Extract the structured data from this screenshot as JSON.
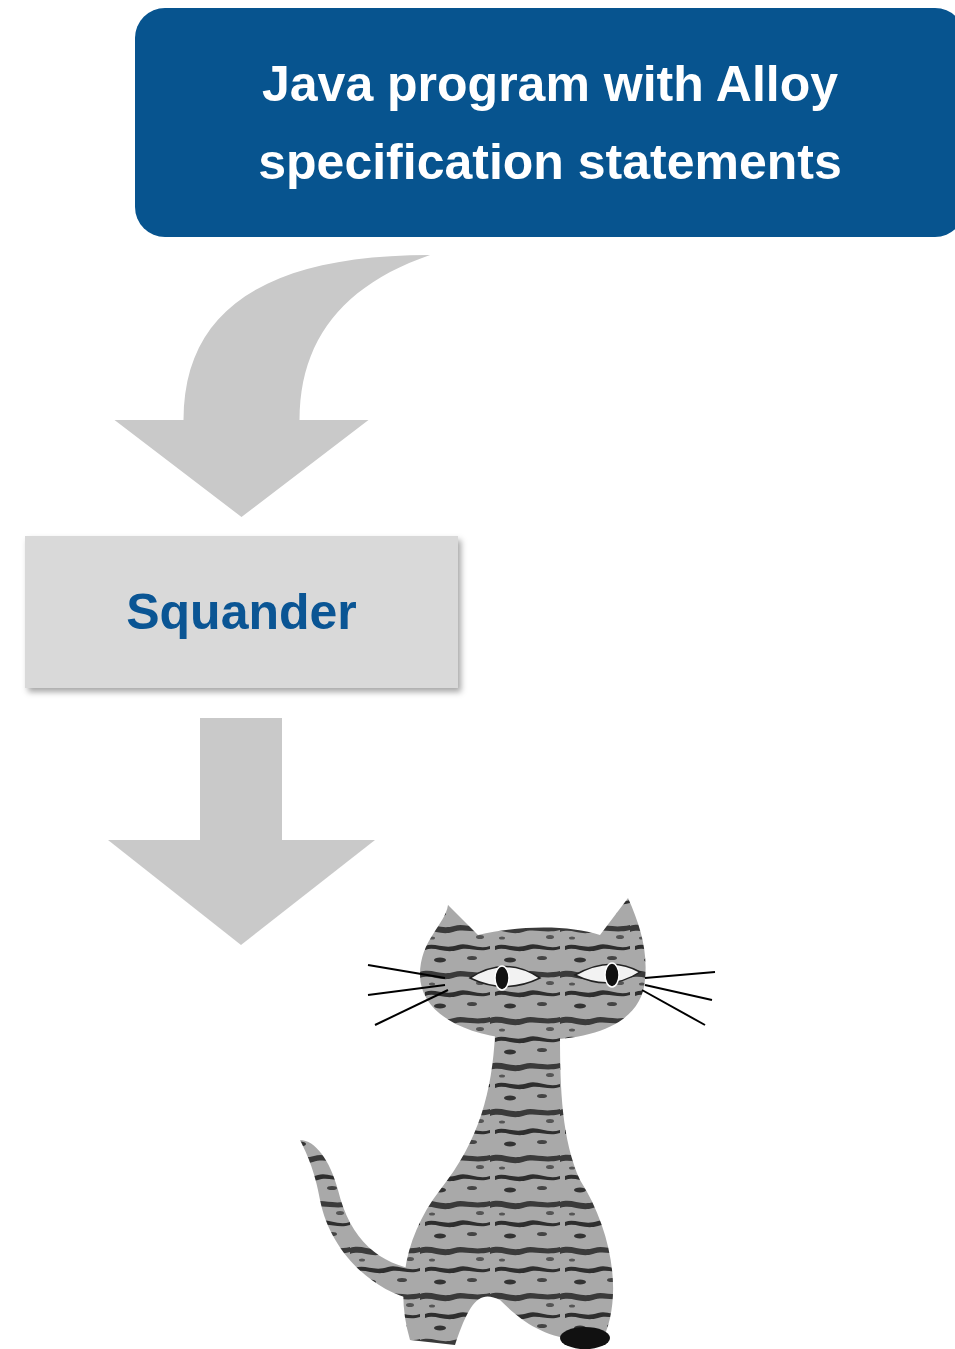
{
  "diagram": {
    "nodes": [
      {
        "text": [
          "Java program with Alloy specification statements"
        ]
      },
      {
        "text": [
          "Squander"
        ]
      }
    ],
    "edges": [
      {
        "from": 0,
        "to": 1,
        "arrow": "to"
      }
    ]
  }
}
